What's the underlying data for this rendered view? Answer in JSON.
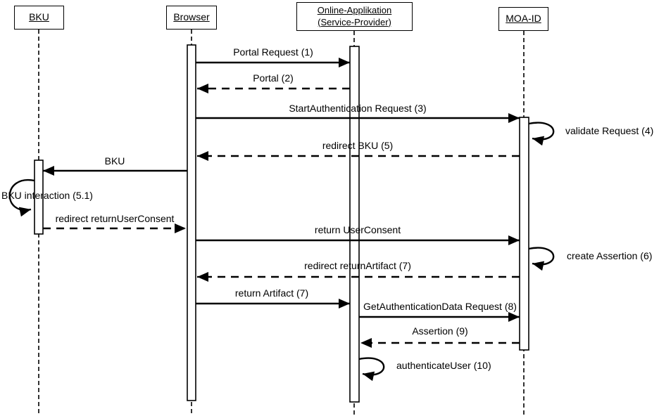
{
  "lifelines": [
    {
      "label": "BKU"
    },
    {
      "label": "Browser"
    },
    {
      "label": "Online-Applikation (Service-Provider)"
    },
    {
      "label": "MOA-ID"
    }
  ],
  "messages": [
    {
      "label": "Portal Request (1)",
      "from": "Browser",
      "to": "Online-Applikation (Service-Provider)",
      "line": "solid"
    },
    {
      "label": "Portal (2)",
      "from": "Online-Applikation (Service-Provider)",
      "to": "Browser",
      "line": "dashed"
    },
    {
      "label": "StartAuthentication Request (3)",
      "from": "Browser",
      "to": "MOA-ID",
      "line": "solid"
    },
    {
      "label": "validate Request (4)",
      "from": "MOA-ID",
      "to": "MOA-ID",
      "line": "self"
    },
    {
      "label": "redirect BKU (5)",
      "from": "MOA-ID",
      "to": "Browser",
      "line": "dashed"
    },
    {
      "label": "BKU",
      "from": "Browser",
      "to": "BKU",
      "line": "solid"
    },
    {
      "label": "BKU interaction (5.1)",
      "from": "BKU",
      "to": "BKU",
      "line": "self"
    },
    {
      "label": "redirect returnUserConsent",
      "from": "BKU",
      "to": "Browser",
      "line": "dashed"
    },
    {
      "label": "return UserConsent",
      "from": "Browser",
      "to": "MOA-ID",
      "line": "solid"
    },
    {
      "label": "create Assertion (6)",
      "from": "MOA-ID",
      "to": "MOA-ID",
      "line": "self"
    },
    {
      "label": "redirect returnArtifact (7)",
      "from": "MOA-ID",
      "to": "Browser",
      "line": "dashed"
    },
    {
      "label": "return Artifact (7)",
      "from": "Browser",
      "to": "Online-Applikation (Service-Provider)",
      "line": "solid"
    },
    {
      "label": "GetAuthenticationData Request (8)",
      "from": "Online-Applikation (Service-Provider)",
      "to": "MOA-ID",
      "line": "solid"
    },
    {
      "label": "Assertion (9)",
      "from": "MOA-ID",
      "to": "Online-Applikation (Service-Provider)",
      "line": "dashed"
    },
    {
      "label": "authenticateUser (10)",
      "from": "Online-Applikation (Service-Provider)",
      "to": "Online-Applikation (Service-Provider)",
      "line": "self"
    }
  ],
  "colors": {
    "line": "#000000",
    "text": "#000000",
    "background": "#ffffff"
  }
}
